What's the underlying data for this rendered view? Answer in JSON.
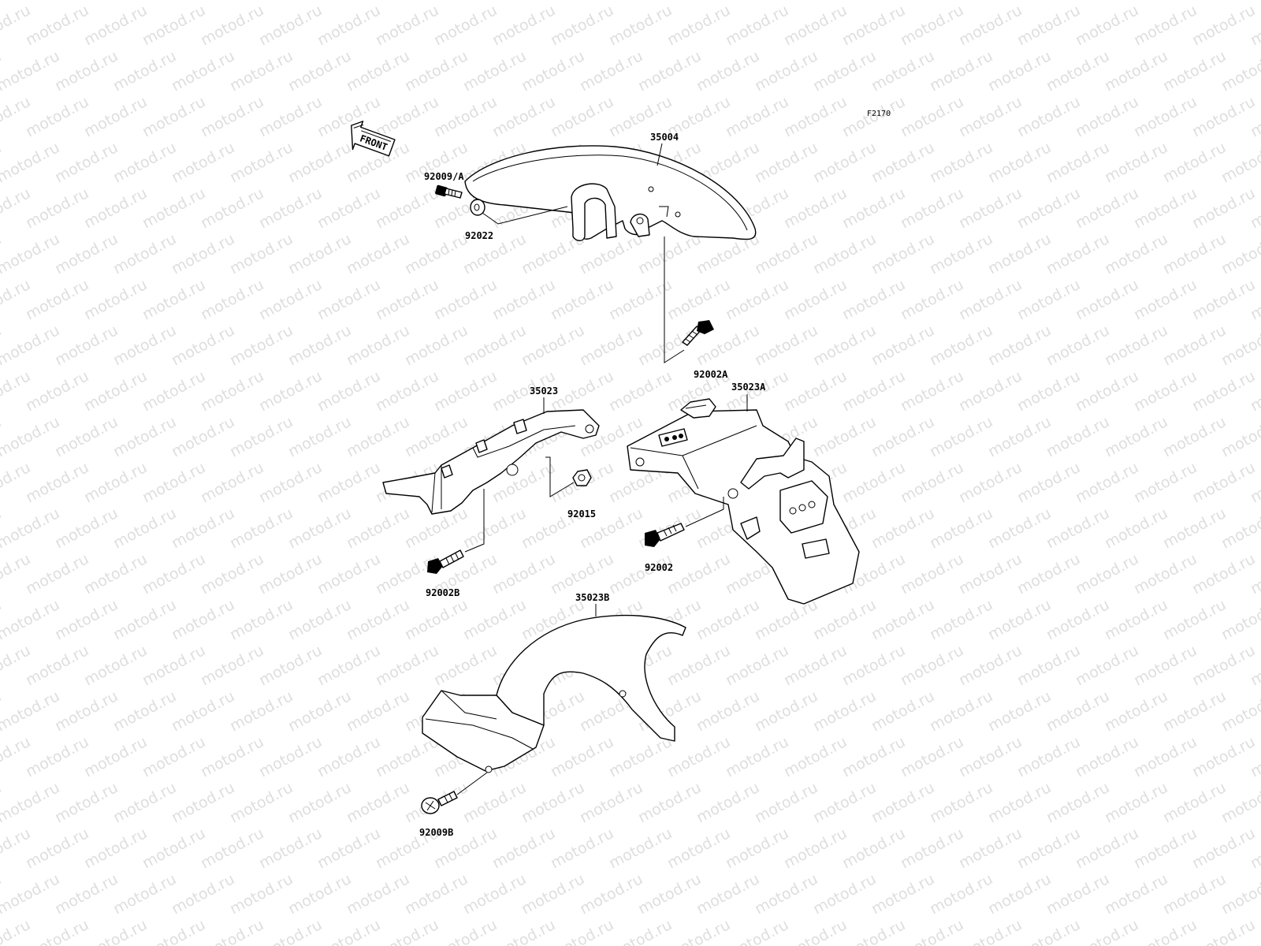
{
  "watermark": "motod.ru",
  "figure_code": "F2170",
  "front_label": "FRONT",
  "parts": {
    "p35004": "35004",
    "p92009a": "92009/A",
    "p92022": "92022",
    "p92002a": "92002A",
    "p35023": "35023",
    "p35023a": "35023A",
    "p92015": "92015",
    "p92002": "92002",
    "p92002b": "92002B",
    "p35023b": "35023B",
    "p92009b": "92009B"
  }
}
